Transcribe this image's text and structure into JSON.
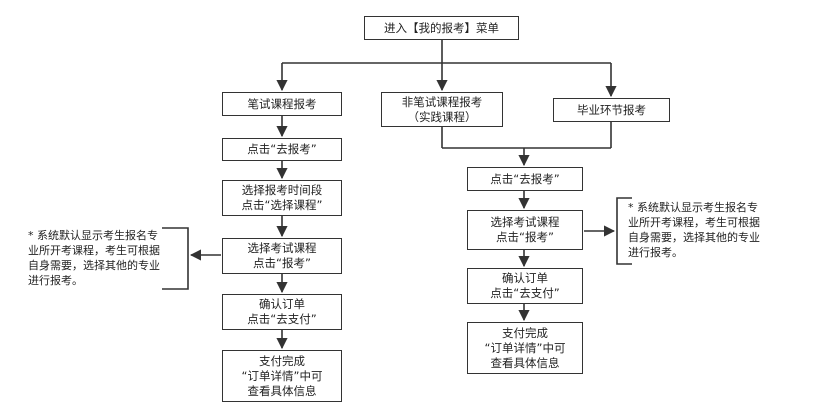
{
  "flow": {
    "top": "进入【我的报考】菜单",
    "branches": {
      "written": {
        "title": "笔试课程报考",
        "steps": [
          [
            "点击“去报考”"
          ],
          [
            "选择报考时间段",
            "点击“选择课程”"
          ],
          [
            "选择考试课程",
            "点击“报考”"
          ],
          [
            "确认订单",
            "点击“去支付”"
          ],
          [
            "支付完成",
            "“订单详情”中可",
            "查看具体信息"
          ]
        ]
      },
      "non_written": {
        "title": [
          "非笔试课程报考",
          "（实践课程）"
        ]
      },
      "graduation": {
        "title": "毕业环节报考",
        "steps": [
          [
            "点击“去报考”"
          ],
          [
            "选择考试课程",
            "点击“报考”"
          ],
          [
            "确认订单",
            "点击“去支付”"
          ],
          [
            "支付完成",
            "“订单详情”中可",
            "查看具体信息"
          ]
        ]
      }
    }
  },
  "notes": {
    "left": [
      "* 系统默认显示考生报名专",
      "业所开考课程，考生可根据",
      "自身需要，选择其他的专业",
      "进行报考。"
    ],
    "right": [
      "* 系统默认显示考生报名专",
      "业所开考课程，考生可根据",
      "自身需要，选择其他的专业",
      "进行报考。"
    ]
  },
  "colors": {
    "line": "#333333",
    "box_border": "#333333",
    "text": "#222222"
  }
}
